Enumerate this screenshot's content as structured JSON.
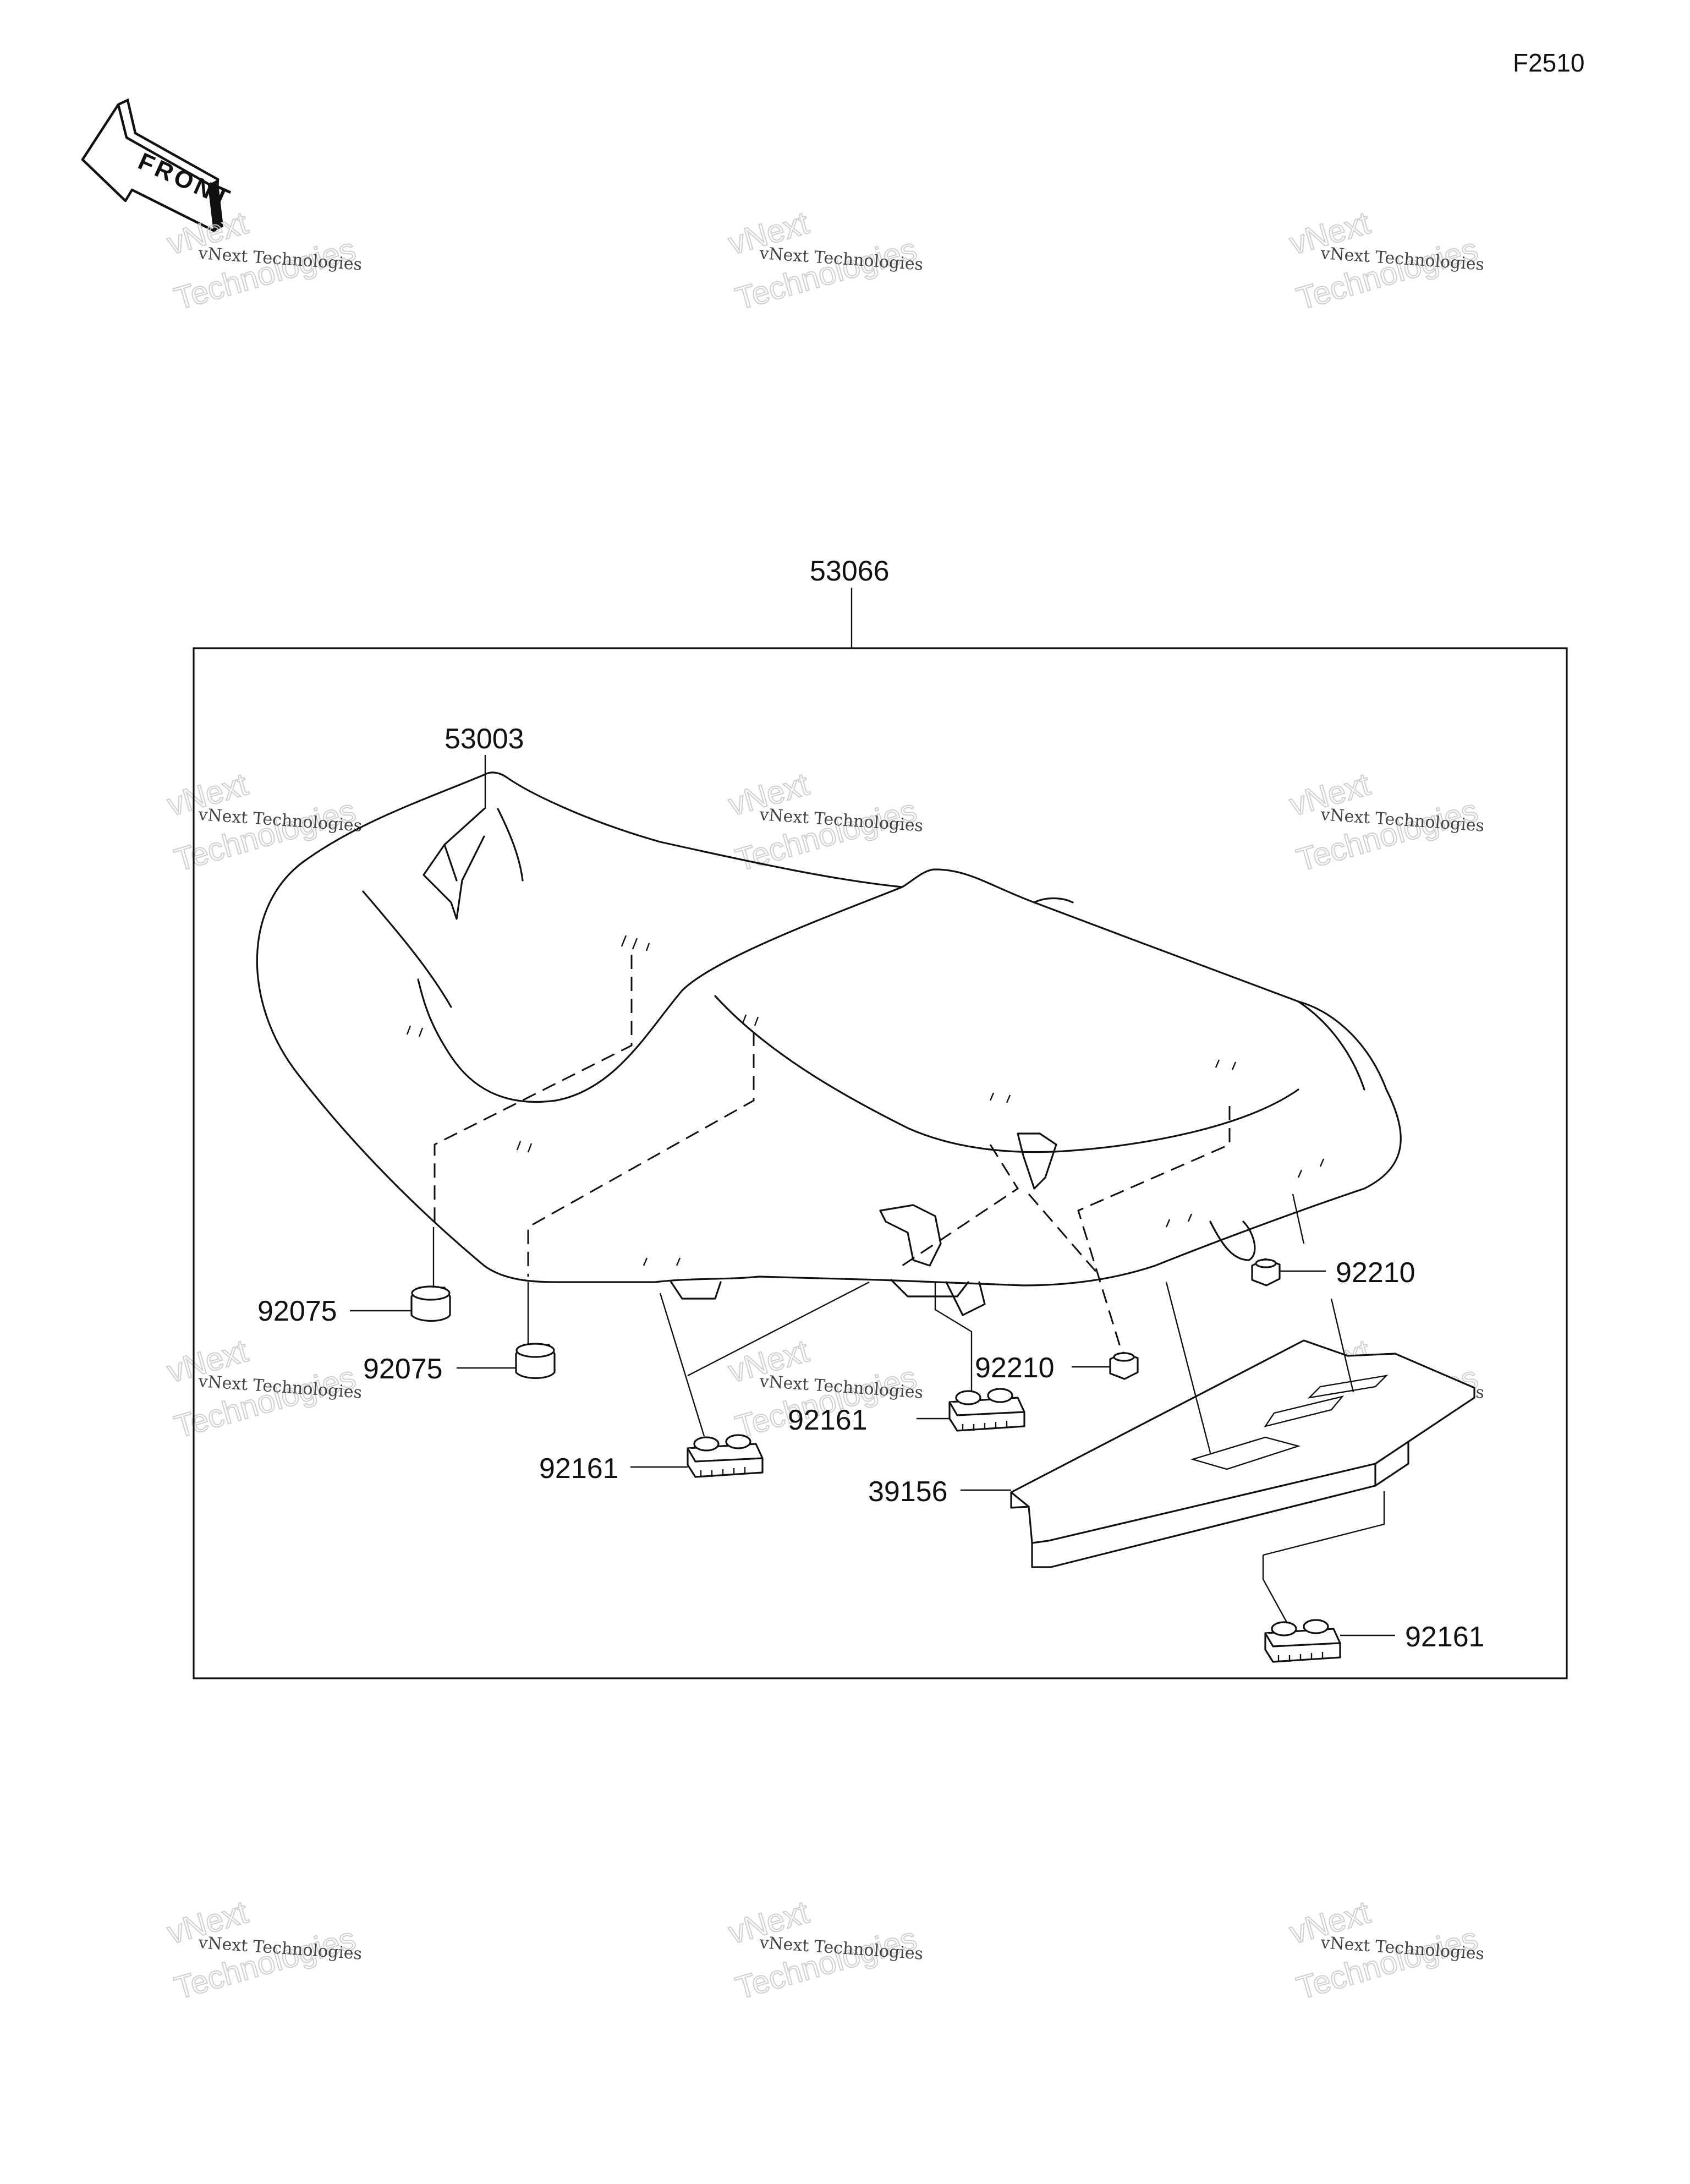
{
  "figure_ref": "F2510",
  "front_label": "FRONT",
  "watermark": {
    "line1": "vNext Technologies",
    "line2": "vNext",
    "line3": "Technologies"
  },
  "parts": {
    "assembly": "53066",
    "seat_cover": "53003",
    "damper_left_a": "92075",
    "damper_left_b": "92075",
    "nut_right": "92210",
    "nut_mid": "92210",
    "clip_mid": "92161",
    "clip_left": "92161",
    "clip_right": "92161",
    "tray": "39156"
  }
}
